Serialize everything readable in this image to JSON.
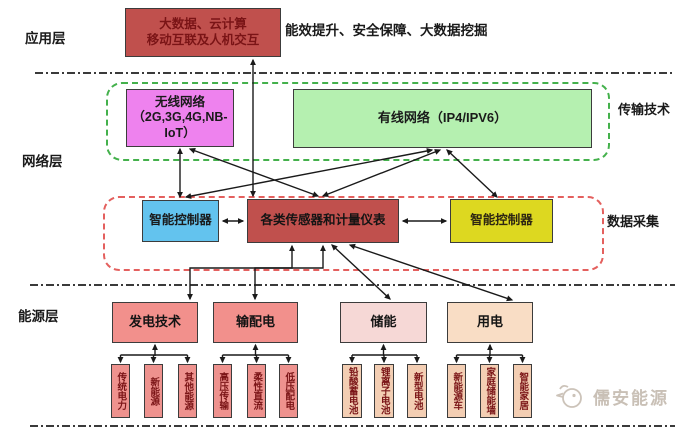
{
  "colors": {
    "crimson_box": "#c0504d",
    "crimson_text": "#7a1416",
    "magenta_box": "#ee82ee",
    "green_box": "#b5f0b0",
    "blue_box": "#63c3ee",
    "yellow_box": "#ddd820",
    "salmon_box": "#f2908c",
    "pink_box": "#f6d8d6",
    "peach_box": "#f9ddc5",
    "child_salmon": "#ee928e",
    "child_peach": "#f3ceb3",
    "green_dash": "#44b14c",
    "red_dash": "#e4605e",
    "arrow": "#1a1a1a",
    "watermark": "#c9c0b6"
  },
  "application": {
    "layer_label": "应用层",
    "box_line1": "大数据、云计算",
    "box_line2": "移动互联及人机交互",
    "side_text": "能效提升、安全保障、大数据挖掘"
  },
  "network": {
    "layer_label": "网络层",
    "right_label": "传输技术",
    "wireless_line1": "无线网络",
    "wireless_line2": "（2G,3G,4G,NB-IoT）",
    "wired": "有线网络（IP4/IPV6）"
  },
  "collection": {
    "right_label": "数据采集",
    "left_controller": "智能控制器",
    "center": "各类传感器和计量仪表",
    "right_controller": "智能控制器"
  },
  "energy": {
    "layer_label": "能源层",
    "groups": [
      {
        "title": "发电技术",
        "children": [
          "传统电力",
          "新能源",
          "其他能源"
        ]
      },
      {
        "title": "输配电",
        "children": [
          "高压传输",
          "柔性直流",
          "低压配电"
        ]
      },
      {
        "title": "储能",
        "children": [
          "铅酸蓄电池",
          "锂离子电池",
          "新型电池"
        ]
      },
      {
        "title": "用电",
        "children": [
          "新能源车",
          "家庭储能墙",
          "智能家居"
        ]
      }
    ]
  },
  "watermark": {
    "brand": "儒安能源"
  }
}
